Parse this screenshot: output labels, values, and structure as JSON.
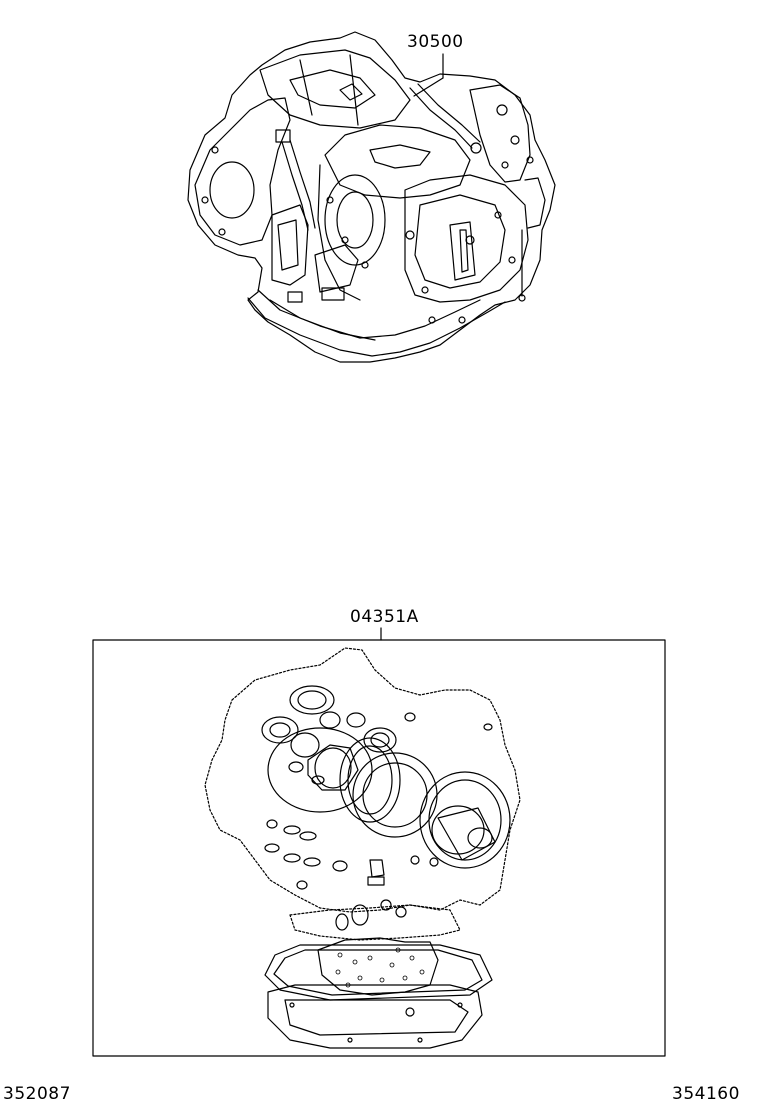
{
  "callouts": {
    "transmission_assembly": "30500",
    "overhaul_gasket_kit": "04351A"
  },
  "footer": {
    "left_code": "352087",
    "right_code": "354160"
  },
  "colors": {
    "line": "#000000",
    "background": "#ffffff"
  }
}
